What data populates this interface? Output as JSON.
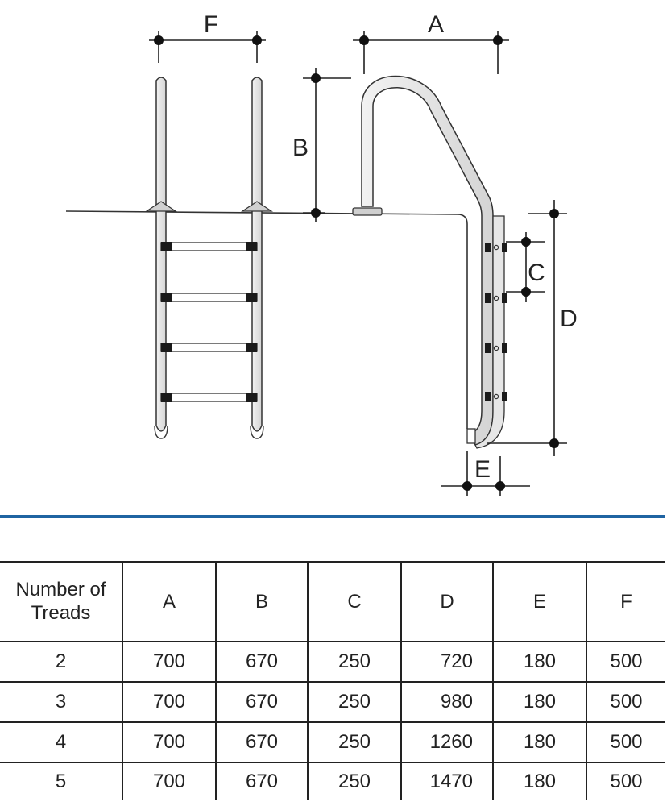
{
  "diagram": {
    "labels": {
      "a": "A",
      "b": "B",
      "c": "C",
      "d": "D",
      "e": "E",
      "f": "F"
    }
  },
  "table": {
    "header": {
      "first_line1": "Number of",
      "first_line2": "Treads",
      "columns": [
        "A",
        "B",
        "C",
        "D",
        "E",
        "F"
      ]
    },
    "rows": [
      [
        "2",
        "700",
        "670",
        "250",
        "720",
        "180",
        "500"
      ],
      [
        "3",
        "700",
        "670",
        "250",
        "980",
        "180",
        "500"
      ],
      [
        "4",
        "700",
        "670",
        "250",
        "1260",
        "180",
        "500"
      ],
      [
        "5",
        "700",
        "670",
        "250",
        "1470",
        "180",
        "500"
      ]
    ]
  },
  "colors": {
    "divider": "#1f64a2",
    "line": "#222222",
    "tread": "#1a1a1a"
  }
}
